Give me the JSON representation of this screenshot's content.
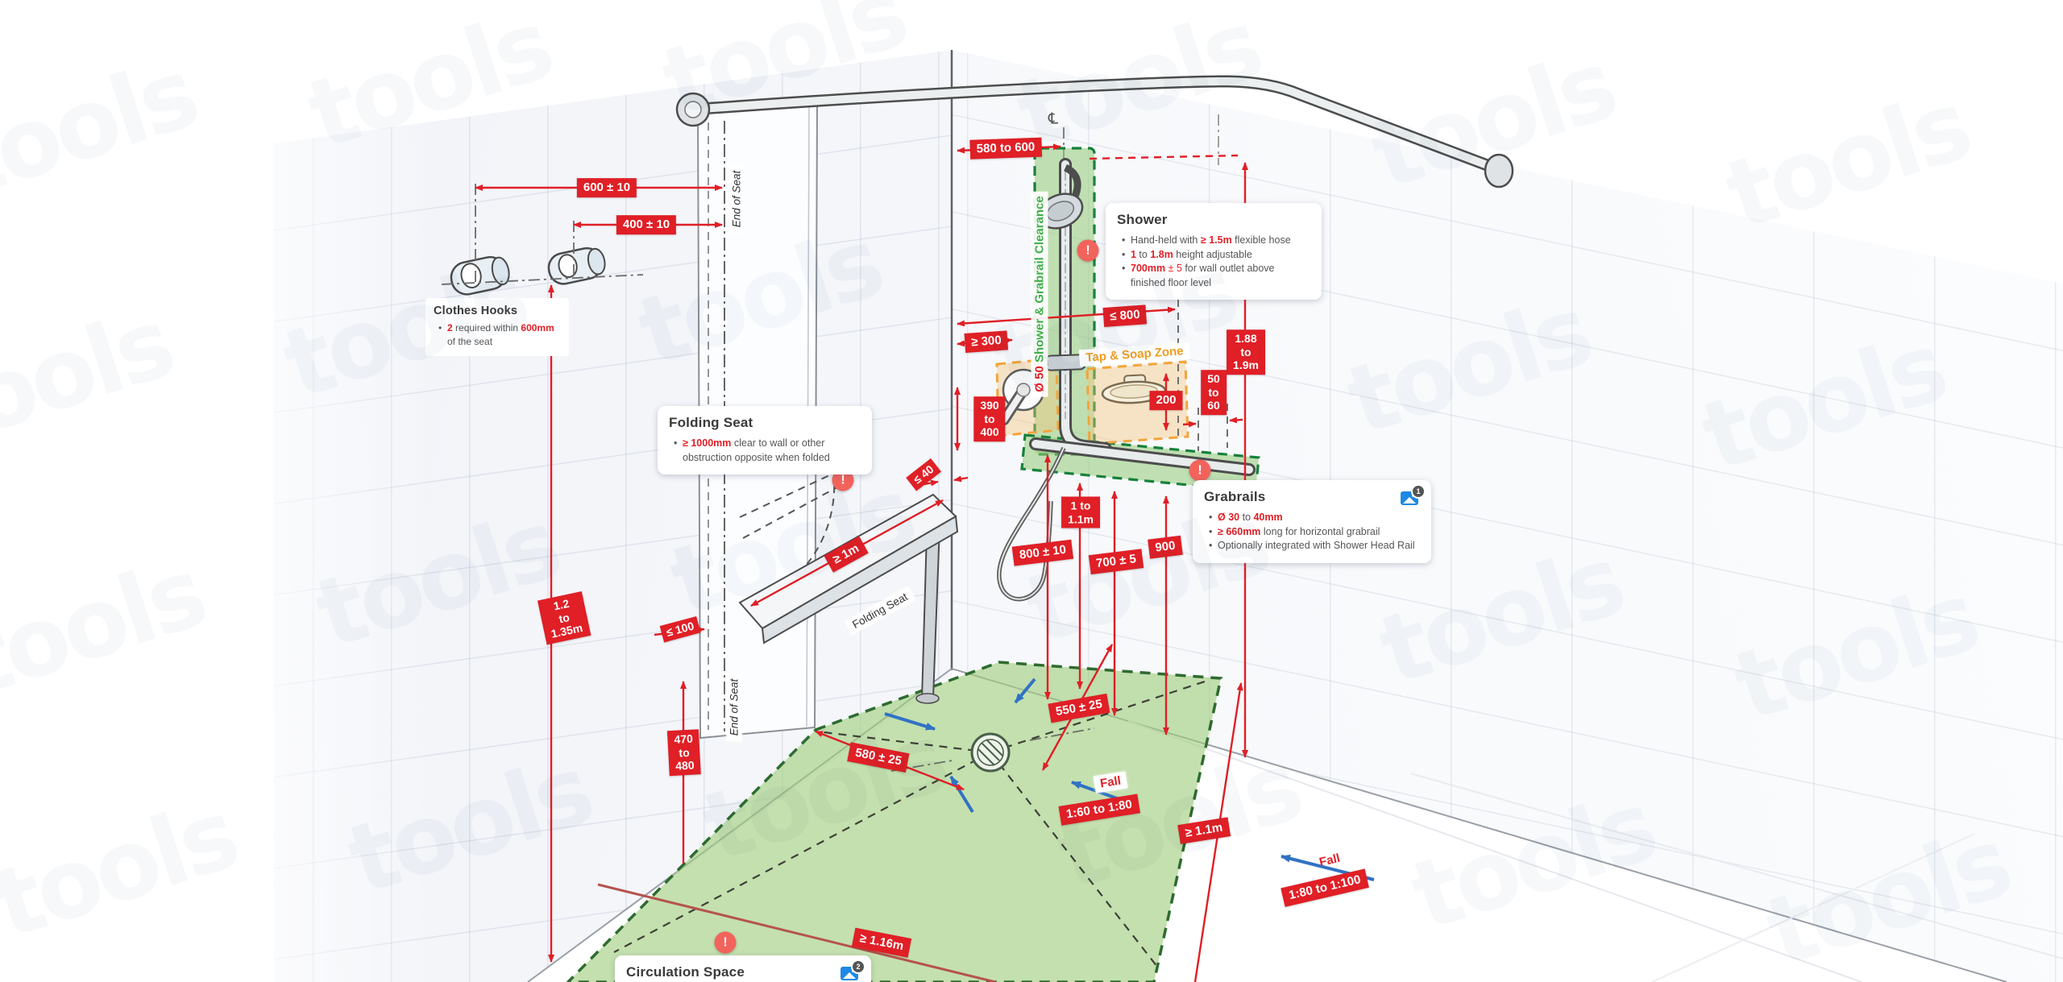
{
  "watermark": {
    "text": "tools"
  },
  "dims": {
    "d600": "600 ± 10",
    "d400": "400 ± 10",
    "d580_600": "580 to 600",
    "d800max": "≤ 800",
    "d300min": "≥ 300",
    "d188_19": "1.88\nto\n1.9m",
    "d50_60": "50\nto\n60",
    "d390_400": "390\nto\n400",
    "d200": "200",
    "d1_11": "1 to\n1.1m",
    "d800pm": "800 ± 10",
    "d700pm": "700 ± 5",
    "d900": "900",
    "d40max": "≤ 40",
    "d1m": "≥ 1m",
    "d100max": "≤ 100",
    "d470_480": "470\nto\n480",
    "d12_135": "1.2\nto\n1.35m",
    "d550pm": "550 ± 25",
    "d580pm": "580 ± 25",
    "fall": "Fall",
    "ratio_60_80": "1:60 to 1:80",
    "d11m": "≥ 1.1m",
    "ratio_80_100": "1:80 to 1:100",
    "d116m": "≥ 1.16m"
  },
  "zones": {
    "tap_soap": "Tap & Soap Zone",
    "clearance_dia": "Ø 50",
    "clearance_text": "Shower & Grabrail Clearance",
    "centerline": "℄",
    "alert": "!"
  },
  "refs": {
    "end_of_seat": "End of Seat",
    "folding_seat": "Folding Seat"
  },
  "cards": {
    "clothes_hooks": {
      "title": "Clothes Hooks",
      "b1": {
        "p1": "2",
        "p2": " required within ",
        "p3": "600mm",
        "p4": " of the seat"
      }
    },
    "folding_seat": {
      "title": "Folding Seat",
      "b1": {
        "p1": "≥ 1000mm",
        "p2": " clear to wall or other obstruction opposite when folded"
      }
    },
    "shower": {
      "title": "Shower",
      "b1": {
        "p1": "Hand-held with ",
        "p2": "≥ 1.5m",
        "p3": " flexible hose"
      },
      "b2": {
        "p1": "1",
        "p2": " to ",
        "p3": "1.8m",
        "p4": " height adjustable"
      },
      "b3": {
        "p1": "700mm",
        "p2": " ± 5",
        "p3": " for wall outlet above finished floor level"
      }
    },
    "grabrails": {
      "title": "Grabrails",
      "badge": "1",
      "b1": {
        "p1": "Ø 30",
        "p2": " to ",
        "p3": "40mm"
      },
      "b2": {
        "p1": "≥ 660mm",
        "p2": " long for horizontal grabrail"
      },
      "b3": {
        "p1": "Optionally integrated with Shower Head Rail"
      }
    },
    "circulation": {
      "title": "Circulation Space",
      "badge": "2"
    }
  },
  "colors": {
    "dim_red": "#E01F26",
    "zone_orange": "#f2a53a",
    "clearance_green": "#17813a",
    "floor_green": "#a9d292",
    "fall_blue": "#3072c5"
  }
}
